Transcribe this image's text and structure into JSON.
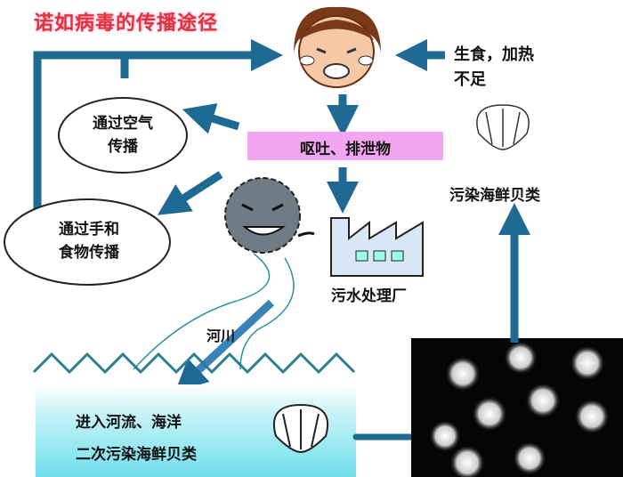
{
  "title": "诺如病毒的传播途径",
  "labels": {
    "raw_food": [
      "生食，加热",
      "不足"
    ],
    "vomit": "呕吐、排泄物",
    "airborne": [
      "通过空气",
      "传播"
    ],
    "hands_food": [
      "通过手和",
      "食物传播"
    ],
    "sewage_plant": "污水处理厂",
    "river": "河川",
    "contaminated_shellfish": "污染海鲜贝类",
    "enter_river_sea": "进入河流、海洋",
    "secondary_contamination": "二次污染海鲜贝类"
  },
  "colors": {
    "arrow": "#1e6a93",
    "title": "#e0343a",
    "vomit_box": "#f3a6f0",
    "water": "#7fe3ee"
  }
}
